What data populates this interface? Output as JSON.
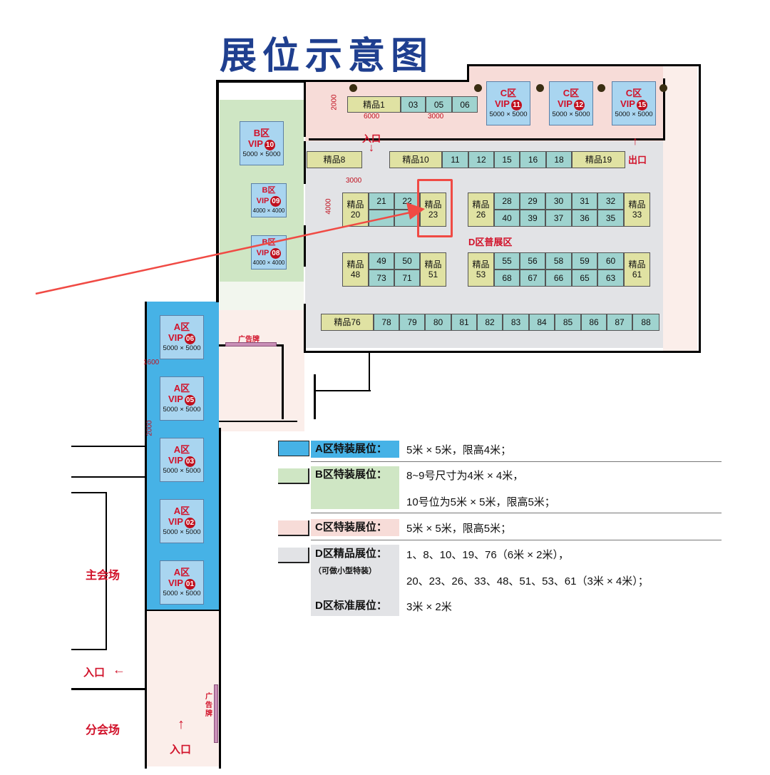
{
  "title": "展位示意图",
  "colors": {
    "zone_a": "#46b2e6",
    "zone_b": "#cfe6c4",
    "zone_c": "#f7dcd8",
    "zone_d": "#e2e3e6",
    "booth_teal": "#9fd3cf",
    "booth_olive": "#e0e2a3",
    "vip_box": "#a9d5f0",
    "accent_red": "#d1122a",
    "highlight": "#f04a44",
    "title": "#1f3f8f"
  },
  "labels": {
    "entrance": "入口",
    "exit": "出口",
    "ad_board": "广告牌",
    "ad_board_vertical": [
      "广",
      "告",
      "牌"
    ],
    "zone_d_name": "D区普展区",
    "main_hall": "主会场",
    "sub_hall": "分会场"
  },
  "dimensions": {
    "d2000": "2000",
    "d6000": "6000",
    "d3000": "3000",
    "d4000": "4000",
    "d1600": "1600"
  },
  "vip_booths": [
    {
      "zone": "C区",
      "code": "VIP",
      "num": "11",
      "size": "5000 × 5000"
    },
    {
      "zone": "C区",
      "code": "VIP",
      "num": "12",
      "size": "5000 × 5000"
    },
    {
      "zone": "C区",
      "code": "VIP",
      "num": "15",
      "size": "5000 × 5000"
    },
    {
      "zone": "B区",
      "code": "VIP",
      "num": "10",
      "size": "5000 × 5000"
    },
    {
      "zone": "B区",
      "code": "VIP",
      "num": "09",
      "size": "4000 × 4000"
    },
    {
      "zone": "B区",
      "code": "VIP",
      "num": "08",
      "size": "4000 × 4000"
    },
    {
      "zone": "A区",
      "code": "VIP",
      "num": "06",
      "size": "5000 × 5000"
    },
    {
      "zone": "A区",
      "code": "VIP",
      "num": "05",
      "size": "5000 × 5000"
    },
    {
      "zone": "A区",
      "code": "VIP",
      "num": "03",
      "size": "5000 × 5000"
    },
    {
      "zone": "A区",
      "code": "VIP",
      "num": "02",
      "size": "5000 × 5000"
    },
    {
      "zone": "A区",
      "code": "VIP",
      "num": "01",
      "size": "5000 × 5000"
    }
  ],
  "booths": {
    "c_row": [
      "精品1",
      "03",
      "05",
      "06"
    ],
    "top_row": [
      "精品8",
      "精品10",
      "11",
      "12",
      "15",
      "16",
      "18",
      "精品19"
    ],
    "block1_top": [
      "21",
      "22"
    ],
    "block1_premium": [
      "精品 20",
      "精品 23"
    ],
    "block2_top": [
      "28",
      "29",
      "30",
      "31",
      "32"
    ],
    "block2_bottom": [
      "40",
      "39",
      "37",
      "36",
      "35"
    ],
    "block2_premium": [
      "精品 26",
      "精品 33"
    ],
    "block3_top": [
      "49",
      "50"
    ],
    "block3_bottom": [
      "73",
      "71"
    ],
    "block3_premium": [
      "精品 48",
      "精品 51"
    ],
    "block4_top": [
      "55",
      "56",
      "58",
      "59",
      "60"
    ],
    "block4_bottom": [
      "68",
      "67",
      "66",
      "65",
      "63"
    ],
    "block4_premium": [
      "精品 53",
      "精品 61"
    ],
    "bottom_row": [
      "精品76",
      "78",
      "79",
      "80",
      "81",
      "82",
      "83",
      "84",
      "85",
      "86",
      "87",
      "88"
    ]
  },
  "legend": {
    "a_label": "A区特装展位：",
    "a_text": "5米 × 5米，限高4米；",
    "b_label": "B区特装展位：",
    "b_text1": "8~9号尺寸为4米 × 4米，",
    "b_text2": "10号位为5米 × 5米，限高5米；",
    "c_label": "C区特装展位：",
    "c_text": "5米 × 5米，限高5米；",
    "d_label": "D区精品展位：",
    "d_note": "（可做小型特装）",
    "d_text1": "1、8、10、19、76（6米 × 2米），",
    "d_text2": "20、23、26、33、48、51、53、61（3米 × 4米）；",
    "d_std_label": "D区标准展位：",
    "d_std_text": "3米 × 2米"
  }
}
